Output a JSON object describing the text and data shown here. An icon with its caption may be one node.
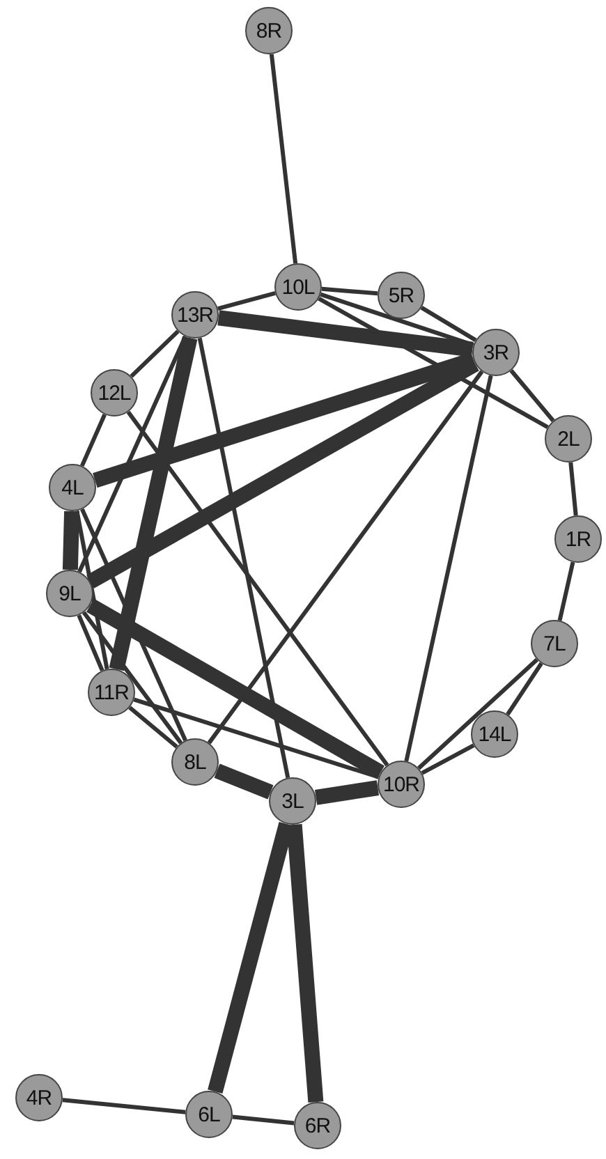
{
  "diagram": {
    "nodes": [
      {
        "text": [
          "8R"
        ]
      },
      {
        "text": [
          "10L"
        ]
      },
      {
        "text": [
          "5R"
        ]
      },
      {
        "text": [
          "13R"
        ]
      },
      {
        "text": [
          "3R"
        ]
      },
      {
        "text": [
          "12L"
        ]
      },
      {
        "text": [
          "2L"
        ]
      },
      {
        "text": [
          "4L"
        ]
      },
      {
        "text": [
          "1R"
        ]
      },
      {
        "text": [
          "9L"
        ]
      },
      {
        "text": [
          "7L"
        ]
      },
      {
        "text": [
          "11R"
        ]
      },
      {
        "text": [
          "14L"
        ]
      },
      {
        "text": [
          "8L"
        ]
      },
      {
        "text": [
          "10R"
        ]
      },
      {
        "text": [
          "3L"
        ]
      },
      {
        "text": [
          "4R"
        ]
      },
      {
        "text": [
          "6L"
        ]
      },
      {
        "text": [
          "6R"
        ]
      }
    ],
    "edges": [
      {
        "from": 0,
        "to": 1,
        "arrow": "none"
      },
      {
        "from": 1,
        "to": 2,
        "arrow": "none"
      },
      {
        "from": 1,
        "to": 4,
        "arrow": "none"
      },
      {
        "from": 1,
        "to": 3,
        "arrow": "none"
      },
      {
        "from": 1,
        "to": 6,
        "arrow": "none"
      },
      {
        "from": 2,
        "to": 4,
        "arrow": "none"
      },
      {
        "from": 3,
        "to": 4,
        "arrow": "none",
        "style": "thick"
      },
      {
        "from": 3,
        "to": 5,
        "arrow": "none"
      },
      {
        "from": 3,
        "to": 11,
        "arrow": "none",
        "style": "thick"
      },
      {
        "from": 3,
        "to": 9,
        "arrow": "none"
      },
      {
        "from": 3,
        "to": 15,
        "arrow": "none"
      },
      {
        "from": 5,
        "to": 7,
        "arrow": "none"
      },
      {
        "from": 5,
        "to": 14,
        "arrow": "none"
      },
      {
        "from": 7,
        "to": 4,
        "arrow": "none",
        "style": "thick"
      },
      {
        "from": 9,
        "to": 4,
        "arrow": "none",
        "style": "thick"
      },
      {
        "from": 7,
        "to": 9,
        "arrow": "none",
        "style": "thick"
      },
      {
        "from": 7,
        "to": 11,
        "arrow": "none"
      },
      {
        "from": 7,
        "to": 13,
        "arrow": "none"
      },
      {
        "from": 9,
        "to": 11,
        "arrow": "none"
      },
      {
        "from": 9,
        "to": 13,
        "arrow": "none"
      },
      {
        "from": 9,
        "to": 14,
        "arrow": "none",
        "style": "thick"
      },
      {
        "from": 11,
        "to": 13,
        "arrow": "none"
      },
      {
        "from": 11,
        "to": 14,
        "arrow": "none"
      },
      {
        "from": 13,
        "to": 15,
        "arrow": "none",
        "style": "thick"
      },
      {
        "from": 13,
        "to": 4,
        "arrow": "none"
      },
      {
        "from": 15,
        "to": 14,
        "arrow": "none",
        "style": "thick"
      },
      {
        "from": 14,
        "to": 4,
        "arrow": "none"
      },
      {
        "from": 14,
        "to": 12,
        "arrow": "none"
      },
      {
        "from": 14,
        "to": 10,
        "arrow": "none"
      },
      {
        "from": 12,
        "to": 10,
        "arrow": "none"
      },
      {
        "from": 10,
        "to": 8,
        "arrow": "none"
      },
      {
        "from": 8,
        "to": 6,
        "arrow": "none"
      },
      {
        "from": 6,
        "to": 4,
        "arrow": "none"
      },
      {
        "from": 15,
        "to": 17,
        "arrow": "none",
        "style": "thick"
      },
      {
        "from": 15,
        "to": 18,
        "arrow": "none",
        "style": "thick"
      },
      {
        "from": 17,
        "to": 16,
        "arrow": "none"
      },
      {
        "from": 17,
        "to": 18,
        "arrow": "none"
      }
    ]
  }
}
